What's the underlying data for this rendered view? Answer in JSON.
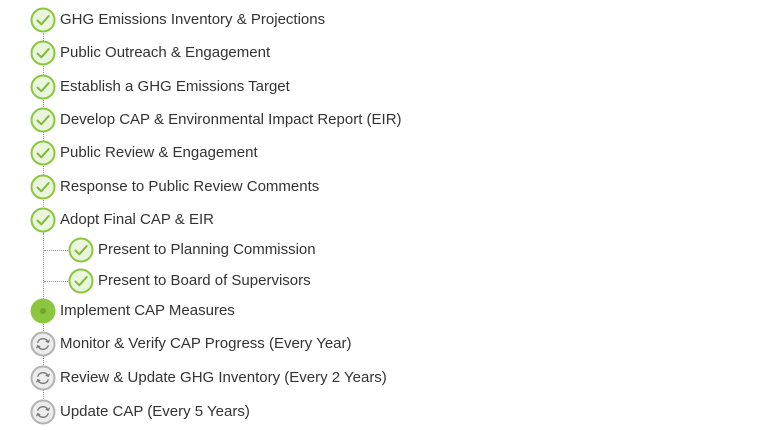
{
  "steps": [
    {
      "label": "GHG Emissions Inventory & Projections",
      "status": "complete",
      "icon": "check-circle-icon"
    },
    {
      "label": "Public Outreach & Engagement",
      "status": "complete",
      "icon": "check-circle-icon"
    },
    {
      "label": "Establish a GHG Emissions Target",
      "status": "complete",
      "icon": "check-circle-icon"
    },
    {
      "label": "Develop CAP & Environmental Impact Report (EIR)",
      "status": "complete",
      "icon": "check-circle-icon"
    },
    {
      "label": "Public Review & Engagement",
      "status": "complete",
      "icon": "check-circle-icon"
    },
    {
      "label": "Response to Public Review Comments",
      "status": "complete",
      "icon": "check-circle-icon"
    },
    {
      "label": "Adopt Final CAP & EIR",
      "status": "complete",
      "icon": "check-circle-icon",
      "substeps": [
        {
          "label": "Present to Planning Commission",
          "status": "complete",
          "icon": "check-circle-icon"
        },
        {
          "label": "Present to Board of Supervisors",
          "status": "complete",
          "icon": "check-circle-icon"
        }
      ]
    },
    {
      "label": "Implement CAP Measures",
      "status": "in-progress",
      "icon": "in-progress-dot-icon"
    },
    {
      "label": "Monitor & Verify CAP Progress (Every Year)",
      "status": "recurring",
      "icon": "refresh-cycle-icon"
    },
    {
      "label": "Review & Update GHG Inventory (Every 2 Years)",
      "status": "recurring",
      "icon": "refresh-cycle-icon"
    },
    {
      "label": "Update CAP (Every 5 Years)",
      "status": "recurring",
      "icon": "refresh-cycle-icon"
    }
  ],
  "colors": {
    "complete_fill": "#eaf6dc",
    "complete_stroke": "#8cc63f",
    "in_progress": "#8cc63f",
    "recurring_fill": "#ececec",
    "recurring_stroke": "#b3b3b3",
    "connector": "#9a9a9a",
    "text": "#333333"
  }
}
